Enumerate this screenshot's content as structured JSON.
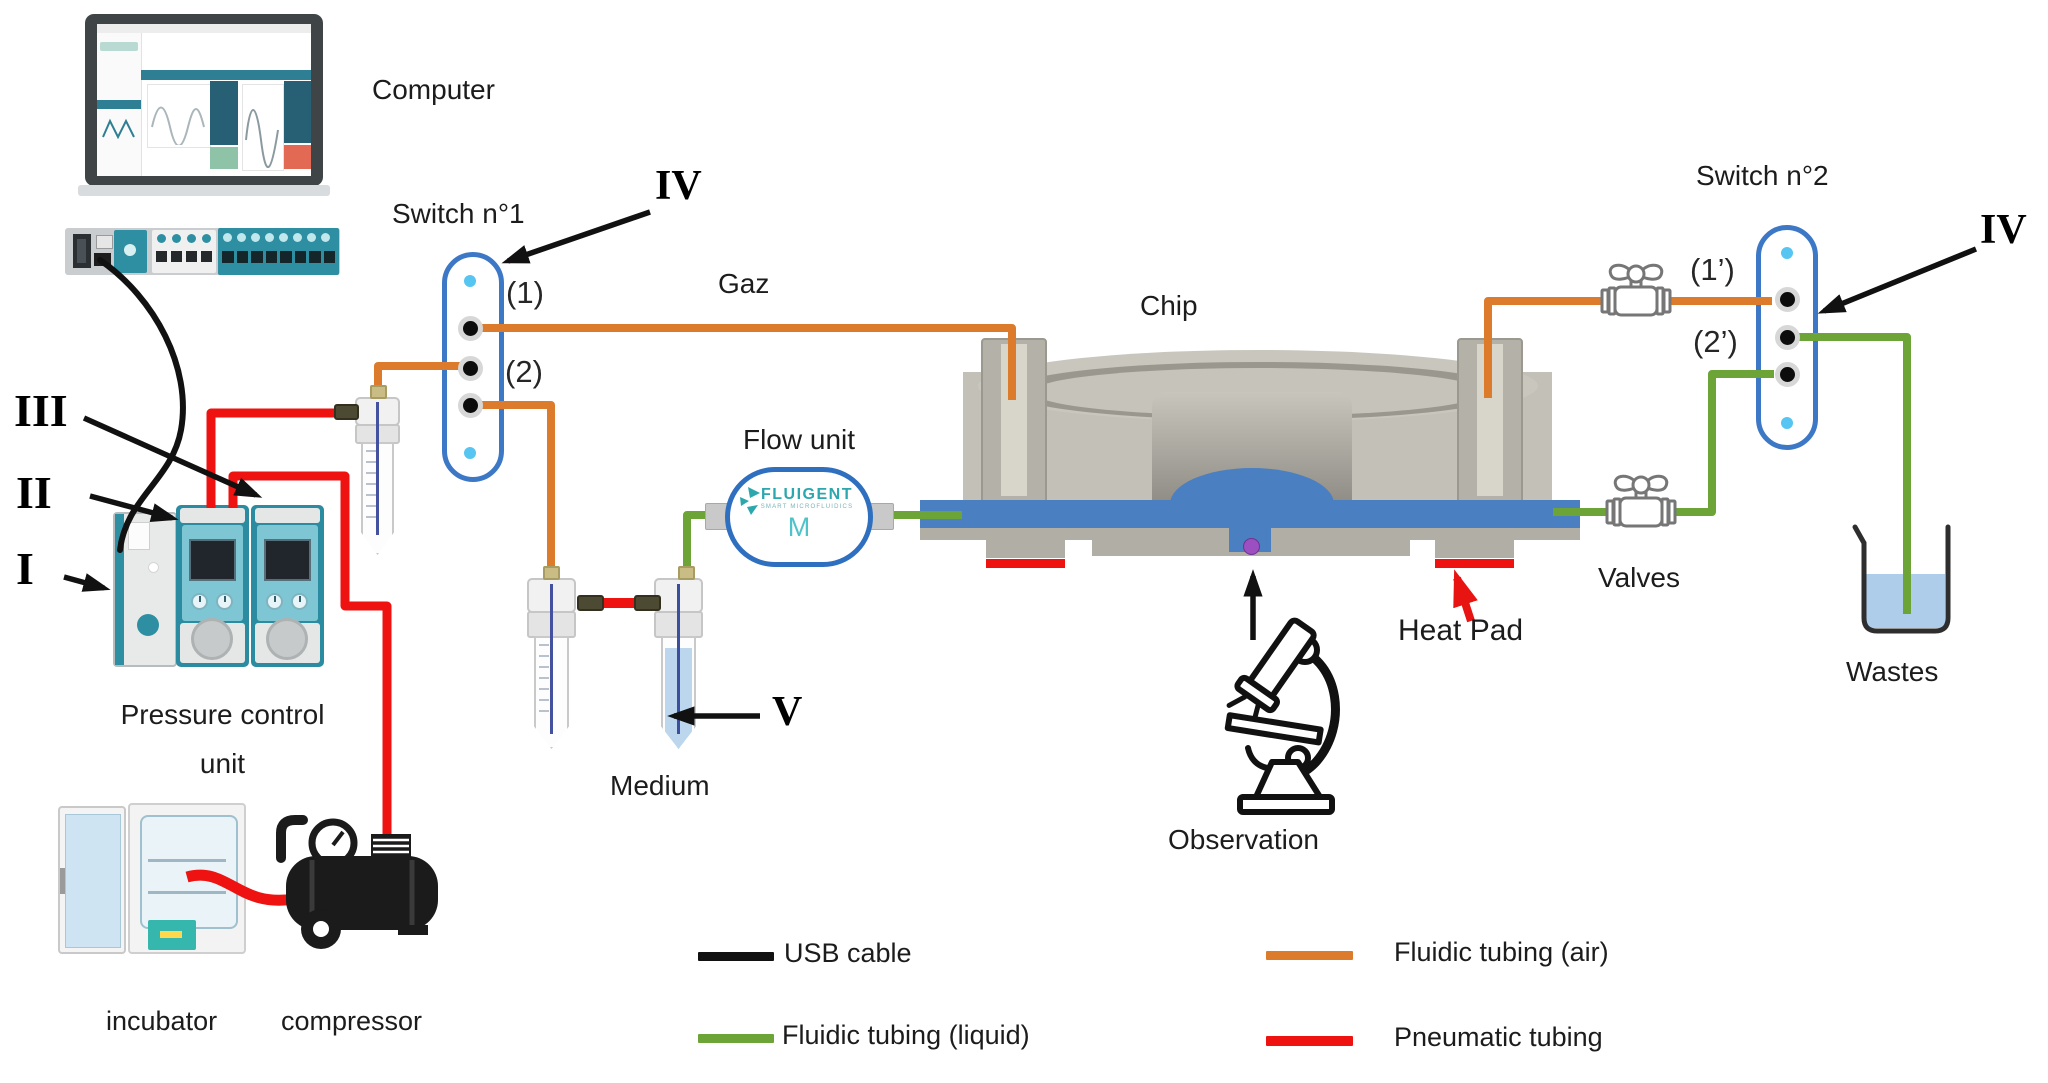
{
  "labels": {
    "computer": "Computer",
    "switch1": "Switch n°1",
    "switch2": "Switch n°2",
    "gaz": "Gaz",
    "chip": "Chip",
    "flow_unit": "Flow unit",
    "medium": "Medium",
    "observation": "Observation",
    "heat_pad": "Heat Pad",
    "valves": "Valves",
    "wastes": "Wastes",
    "pressure_unit_line1": "Pressure control",
    "pressure_unit_line2": "unit",
    "incubator": "incubator",
    "compressor": "compressor"
  },
  "ports": {
    "s1_port1": "(1)",
    "s1_port2": "(2)",
    "s2_port1": "(1’)",
    "s2_port2": "(2’)"
  },
  "callouts": {
    "I": "I",
    "II": "II",
    "III": "III",
    "IV": "IV",
    "V": "V"
  },
  "flow_unit_device": {
    "brand": "FLUIGENT",
    "tagline": "SMART MICROFLUIDICS",
    "model": "M"
  },
  "legend": {
    "usb": {
      "label": "USB cable",
      "color": "#111111"
    },
    "liquid": {
      "label": "Fluidic tubing (liquid)",
      "color": "#6ca438"
    },
    "air": {
      "label": "Fluidic tubing (air)",
      "color": "#dd7b2c"
    },
    "pneumatic": {
      "label": "Pneumatic tubing",
      "color": "#ee1211"
    }
  },
  "colors": {
    "switch_outline": "#3d78c6",
    "indicator_dot": "#56c5f2",
    "chip_liquid": "#4a7fc1",
    "observation_marker": "#9b4fc0",
    "fluigent_teal": "#2ba7ad",
    "heat_pad": "#ee1211",
    "device_teal": "#2e8fa3"
  }
}
